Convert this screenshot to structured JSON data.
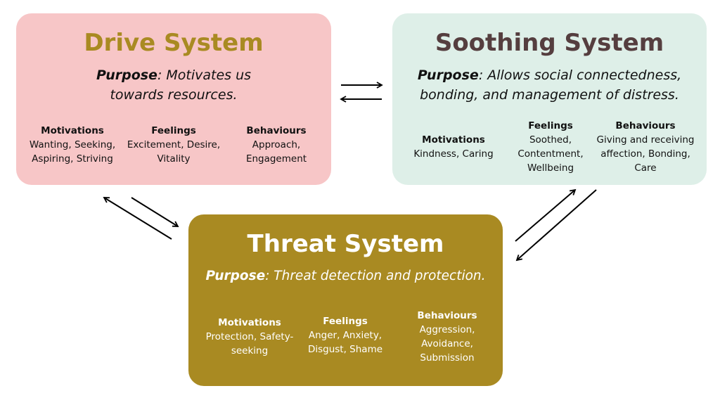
{
  "colors": {
    "drive_bg": "#f7c6c7",
    "drive_title": "#a98a22",
    "soothing_bg": "#deefe8",
    "soothing_title": "#553e3f",
    "threat_bg": "#a98a22",
    "threat_text": "#ffffff",
    "arrow": "#000000"
  },
  "systems": {
    "drive": {
      "title": "Drive System",
      "purpose_label": "Purpose",
      "purpose_line1": ": Motivates us",
      "purpose_line2": "towards resources.",
      "columns": [
        {
          "heading": "Motivations",
          "lines": [
            "Wanting, Seeking,",
            "Aspiring, Striving"
          ]
        },
        {
          "heading": "Feelings",
          "lines": [
            "Excitement, Desire,",
            "Vitality"
          ]
        },
        {
          "heading": "Behaviours",
          "lines": [
            "Approach,",
            "Engagement"
          ]
        }
      ]
    },
    "soothing": {
      "title": "Soothing System",
      "purpose_label": "Purpose",
      "purpose_line1": ": Allows social connectedness,",
      "purpose_line2": "bonding, and management of distress.",
      "columns": [
        {
          "heading": "Motivations",
          "lines": [
            "Kindness, Caring"
          ]
        },
        {
          "heading": "Feelings",
          "lines": [
            "Soothed,",
            "Contentment,",
            "Wellbeing"
          ]
        },
        {
          "heading": "Behaviours",
          "lines": [
            "Giving and receiving",
            "affection, Bonding,",
            "Care"
          ]
        }
      ]
    },
    "threat": {
      "title": "Threat System",
      "purpose_label": "Purpose",
      "purpose_line1": ": Threat detection and protection.",
      "columns": [
        {
          "heading": "Motivations",
          "lines": [
            "Protection, Safety-",
            "seeking"
          ]
        },
        {
          "heading": "Feelings",
          "lines": [
            "Anger, Anxiety,",
            "Disgust, Shame"
          ]
        },
        {
          "heading": "Behaviours",
          "lines": [
            "Aggression,",
            "Avoidance,",
            "Submission"
          ]
        }
      ]
    }
  },
  "connections": [
    {
      "from": "drive",
      "to": "soothing"
    },
    {
      "from": "soothing",
      "to": "drive"
    },
    {
      "from": "threat",
      "to": "drive"
    },
    {
      "from": "drive",
      "to": "threat"
    },
    {
      "from": "threat",
      "to": "soothing"
    },
    {
      "from": "soothing",
      "to": "threat"
    }
  ]
}
